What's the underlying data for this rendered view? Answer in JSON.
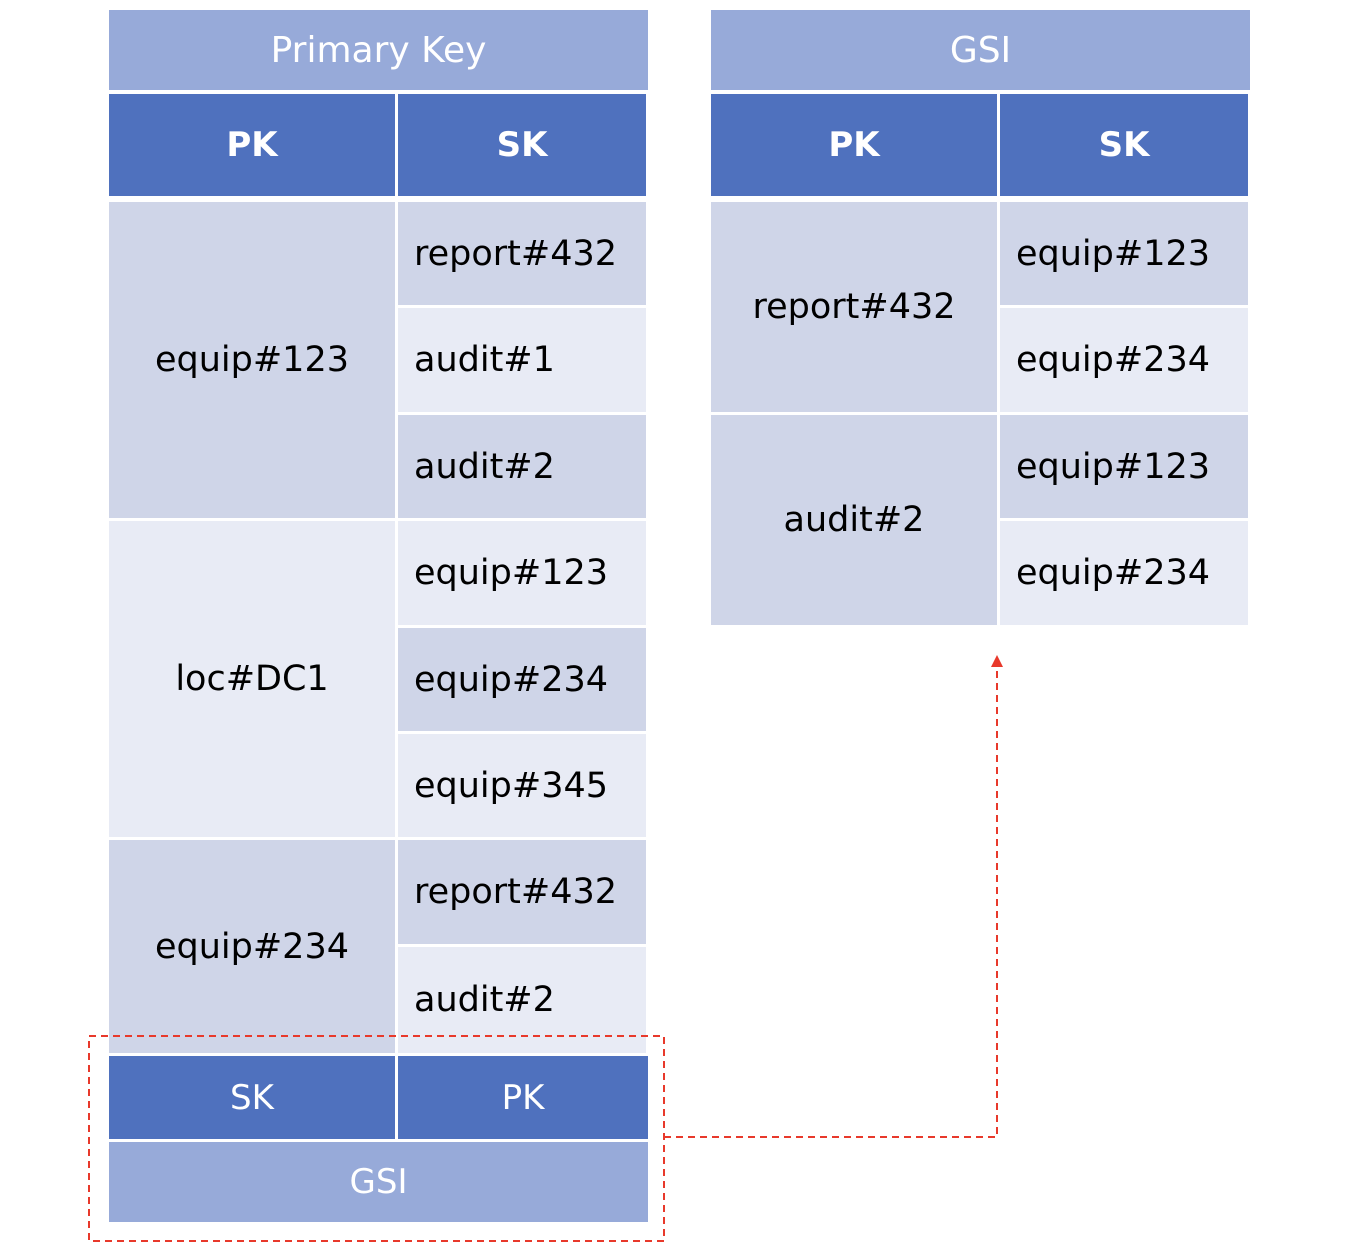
{
  "colors": {
    "caption": "#97AAD9",
    "header": "#4F71BE",
    "row_dark": "#CFD5E8",
    "row_light": "#E8EBF5",
    "arrow": "#E8392B"
  },
  "primary_table": {
    "title": "Primary Key",
    "col_pk": "PK",
    "col_sk": "SK",
    "groups": [
      {
        "pk": "equip#123",
        "sks": [
          "report#432",
          "audit#1",
          "audit#2"
        ]
      },
      {
        "pk": "loc#DC1",
        "sks": [
          "equip#123",
          "equip#234",
          "equip#345"
        ]
      },
      {
        "pk": "equip#234",
        "sks": [
          "report#432",
          "audit#2"
        ]
      }
    ]
  },
  "gsi_mapping": {
    "left_label": "SK",
    "right_label": "PK",
    "caption": "GSI"
  },
  "gsi_table": {
    "title": "GSI",
    "col_pk": "PK",
    "col_sk": "SK",
    "groups": [
      {
        "pk": "report#432",
        "sks": [
          "equip#123",
          "equip#234"
        ]
      },
      {
        "pk": "audit#2",
        "sks": [
          "equip#123",
          "equip#234"
        ]
      }
    ]
  }
}
